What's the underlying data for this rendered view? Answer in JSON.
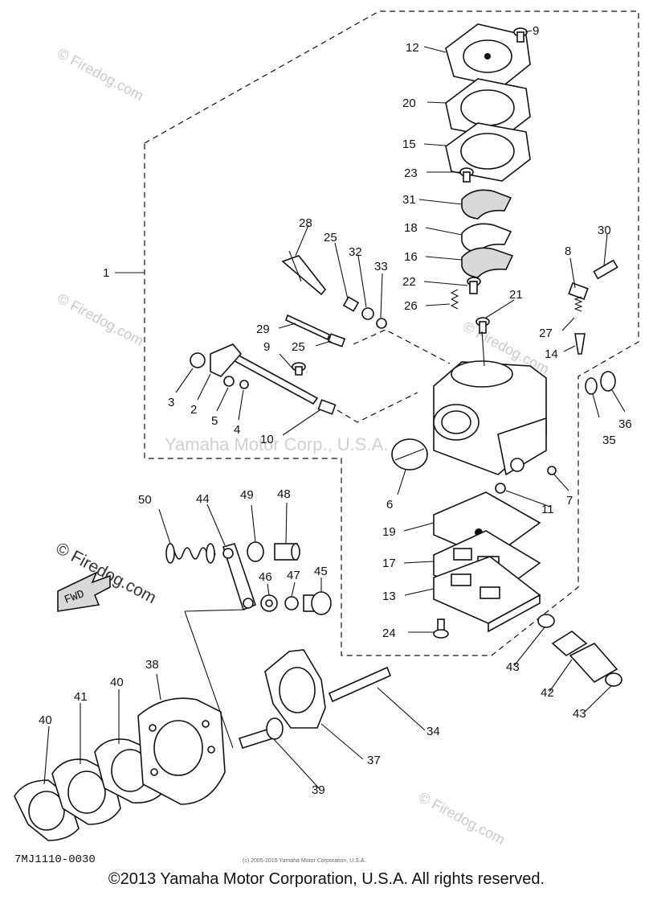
{
  "diagram": {
    "drawing_number": "7MJ1110-0030",
    "small_copyright": "(c) 2005-2015 Yamaha Motor Corporation, U.S.A.",
    "copyright": "©2013 Yamaha Motor Corporation, U.S.A. All rights reserved.",
    "watermark_main": "Yamaha Motor Corp., U.S.A.",
    "watermark_site": "© Firedog.com",
    "fwd_label": "FWD",
    "callouts": [
      "1",
      "2",
      "3",
      "4",
      "5",
      "6",
      "7",
      "8",
      "9",
      "9",
      "10",
      "11",
      "12",
      "13",
      "14",
      "15",
      "16",
      "17",
      "18",
      "19",
      "20",
      "21",
      "22",
      "23",
      "24",
      "25",
      "25",
      "26",
      "27",
      "28",
      "29",
      "30",
      "31",
      "32",
      "33",
      "34",
      "35",
      "36",
      "37",
      "38",
      "39",
      "40",
      "40",
      "41",
      "42",
      "43",
      "43",
      "44",
      "45",
      "46",
      "47",
      "48",
      "49",
      "50"
    ]
  }
}
